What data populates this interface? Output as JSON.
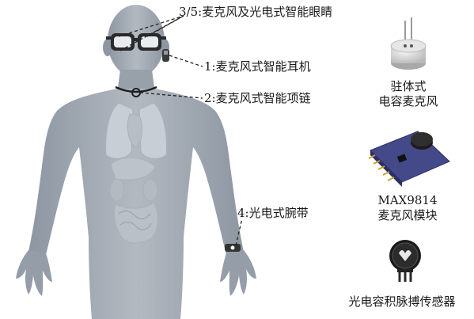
{
  "callouts": {
    "glasses": "3/5:麦克风及光电式智能眼睛",
    "earphone": "1:麦克风式智能耳机",
    "necklace": "2:麦克风式智能项链",
    "wristband": "4:光电式腕带"
  },
  "components": {
    "electret_mic": [
      "驻体式",
      "电容麦克风"
    ],
    "max_module": [
      "MAX9814",
      "麦克风模块"
    ],
    "pulse_sensor": [
      "光电容积脉搏传感器"
    ]
  },
  "colors": {
    "body": "#9fa7b1",
    "body_shadow": "#7d8691",
    "organs": "#c3c9d0",
    "leader": "#222222",
    "pcb": "#4a4f8a"
  }
}
